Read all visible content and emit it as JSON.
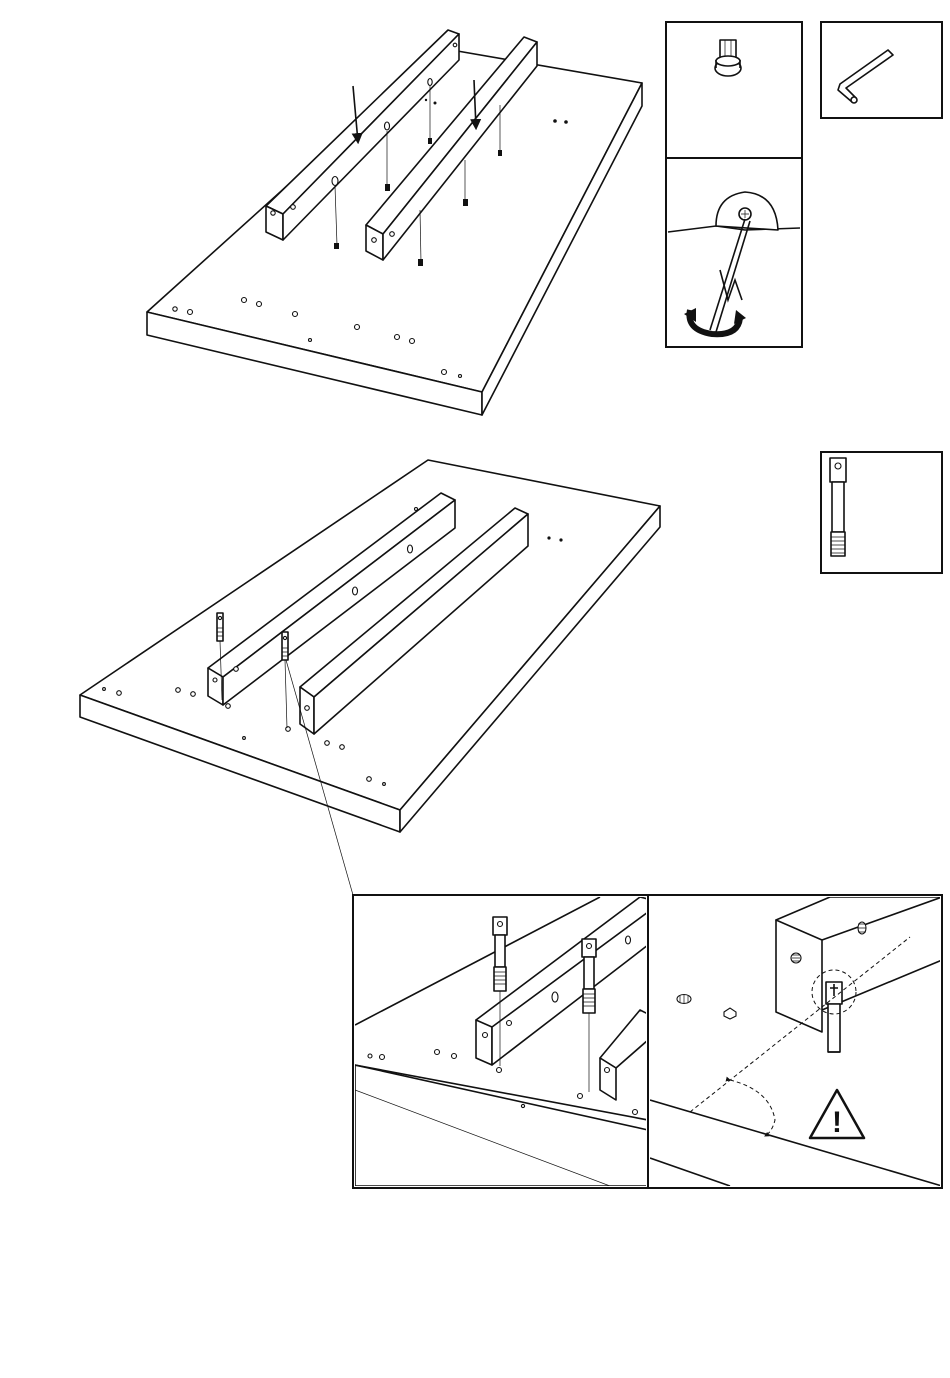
{
  "page": {
    "background": "#ffffff",
    "line_color": "#111111"
  },
  "step1": {
    "arrows": 2,
    "hardware_panels": [
      "cam-lock-icon",
      "allen-key-icon",
      "cam-lock-tighten-detail"
    ]
  },
  "step2": {
    "hardware_panels": [
      "dowel-bolt-icon"
    ],
    "detail_panels": [
      "bolt-insertion-detail",
      "cam-orientation-detail"
    ]
  },
  "warning": {
    "symbol": "!",
    "icon": "warning-triangle-icon"
  }
}
